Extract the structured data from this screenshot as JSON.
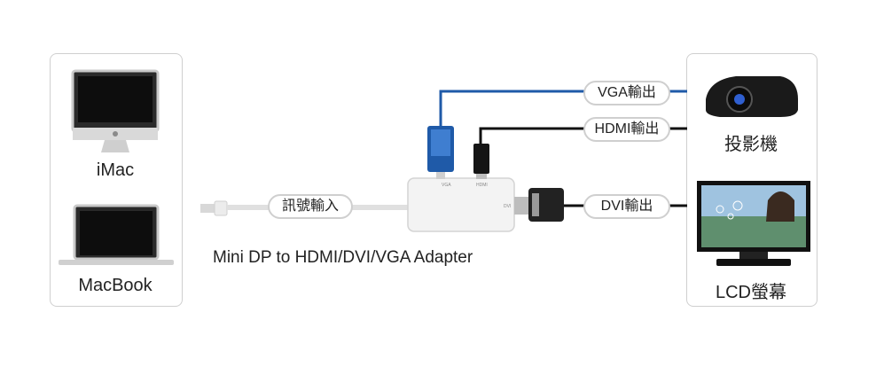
{
  "sources": {
    "imac_label": "iMac",
    "macbook_label": "MacBook"
  },
  "adapter": {
    "input_label": "訊號輸入",
    "caption": "Mini DP to HDMI/DVI/VGA Adapter",
    "port_labels": [
      "VGA",
      "HDMI",
      "DVI"
    ]
  },
  "outputs": {
    "vga_label": "VGA輸出",
    "hdmi_label": "HDMI輸出",
    "dvi_label": "DVI輸出",
    "projector_label": "投影機",
    "lcd_label": "LCD螢幕"
  },
  "colors": {
    "vga_cable": "#1f5aa8",
    "black_cable": "#111111",
    "input_cable": "#e4e4e4",
    "panel_border": "#cfcfcf"
  }
}
